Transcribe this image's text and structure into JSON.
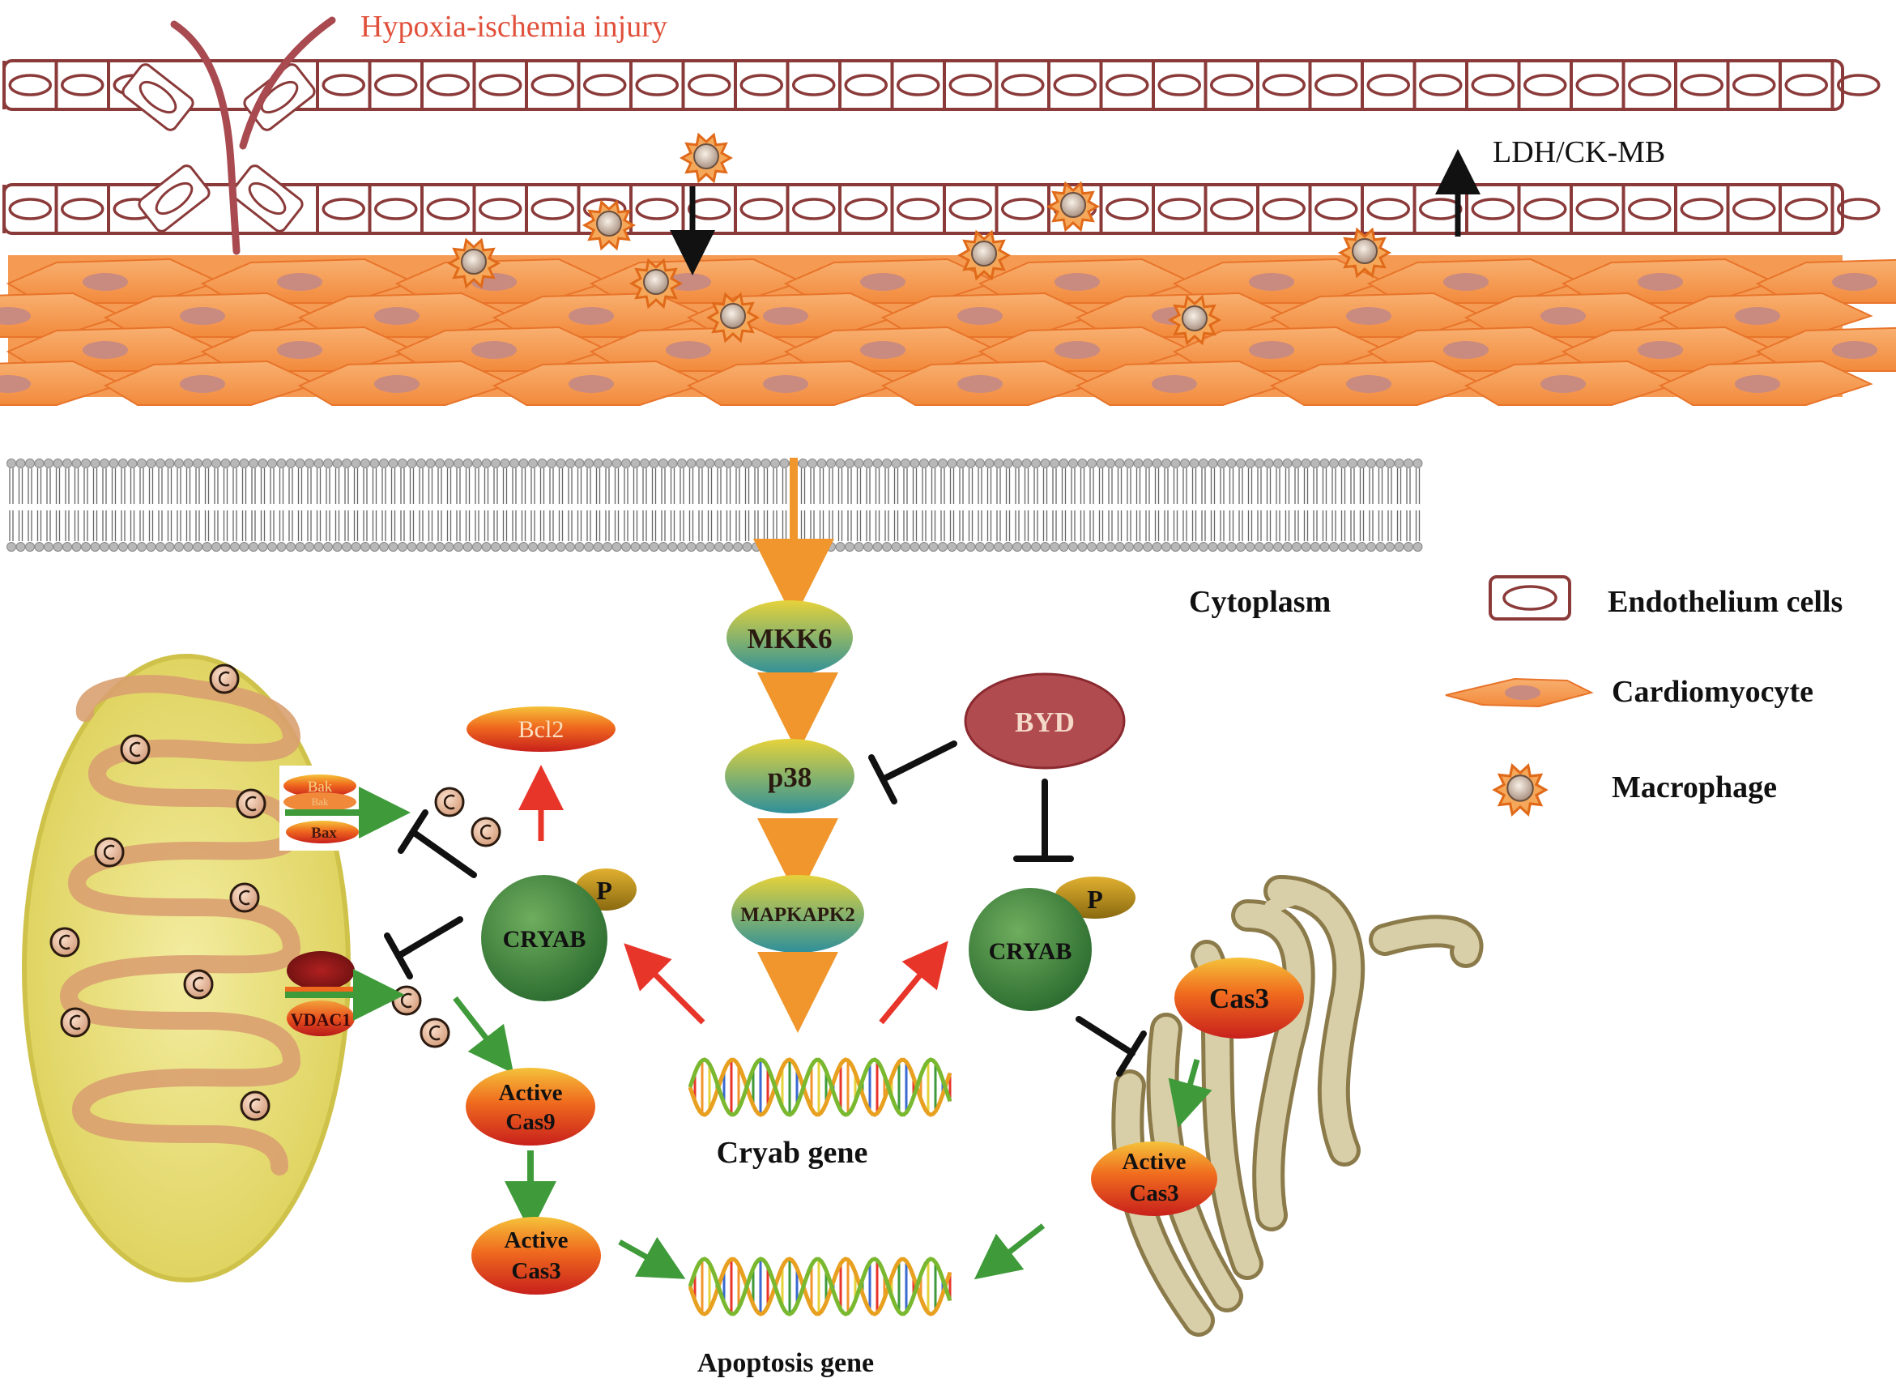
{
  "title": "Hypoxia-ischemia injury",
  "labels": {
    "ldh": "LDH/CK-MB",
    "cytoplasm": "Cytoplasm",
    "cryab_gene": "Cryab gene",
    "apoptosis_gene": "Apoptosis gene"
  },
  "legend": {
    "endothelium": "Endothelium cells",
    "cardiomyocyte": "Cardiomyocyte",
    "macrophage": "Macrophage"
  },
  "nodes": {
    "mkk6": "MKK6",
    "p38": "p38",
    "mapkapk2": "MAPKAPK2",
    "byd": "BYD",
    "bcl2": "Bcl2",
    "cryab_left": "CRYAB",
    "cryab_right": "CRYAB",
    "p_left": "P",
    "p_right": "P",
    "bak": "Bak",
    "bak2": "Bak",
    "bax": "Bax",
    "vdac1": "VDAC1",
    "active_cas9_line1": "Active",
    "active_cas9_line2": "Cas9",
    "active_cas3_left_line1": "Active",
    "active_cas3_left_line2": "Cas3",
    "cas3_er": "Cas3",
    "active_cas3_right_line1": "Active",
    "active_cas3_right_line2": "Cas3"
  },
  "colors": {
    "title_red": "#e0503a",
    "endothelium_stroke": "#8b3a3a",
    "cardio_fill": "#f6a25a",
    "cardio_stroke": "#e8742a",
    "orange_arrow": "#f0962c",
    "red_arrow": "#e8352a",
    "green_arrow": "#3f9a3a",
    "inhibit": "#111111",
    "byd_fill": "#b04b4f",
    "er_fill": "#d8cfa8",
    "er_stroke": "#8b7a4a"
  }
}
